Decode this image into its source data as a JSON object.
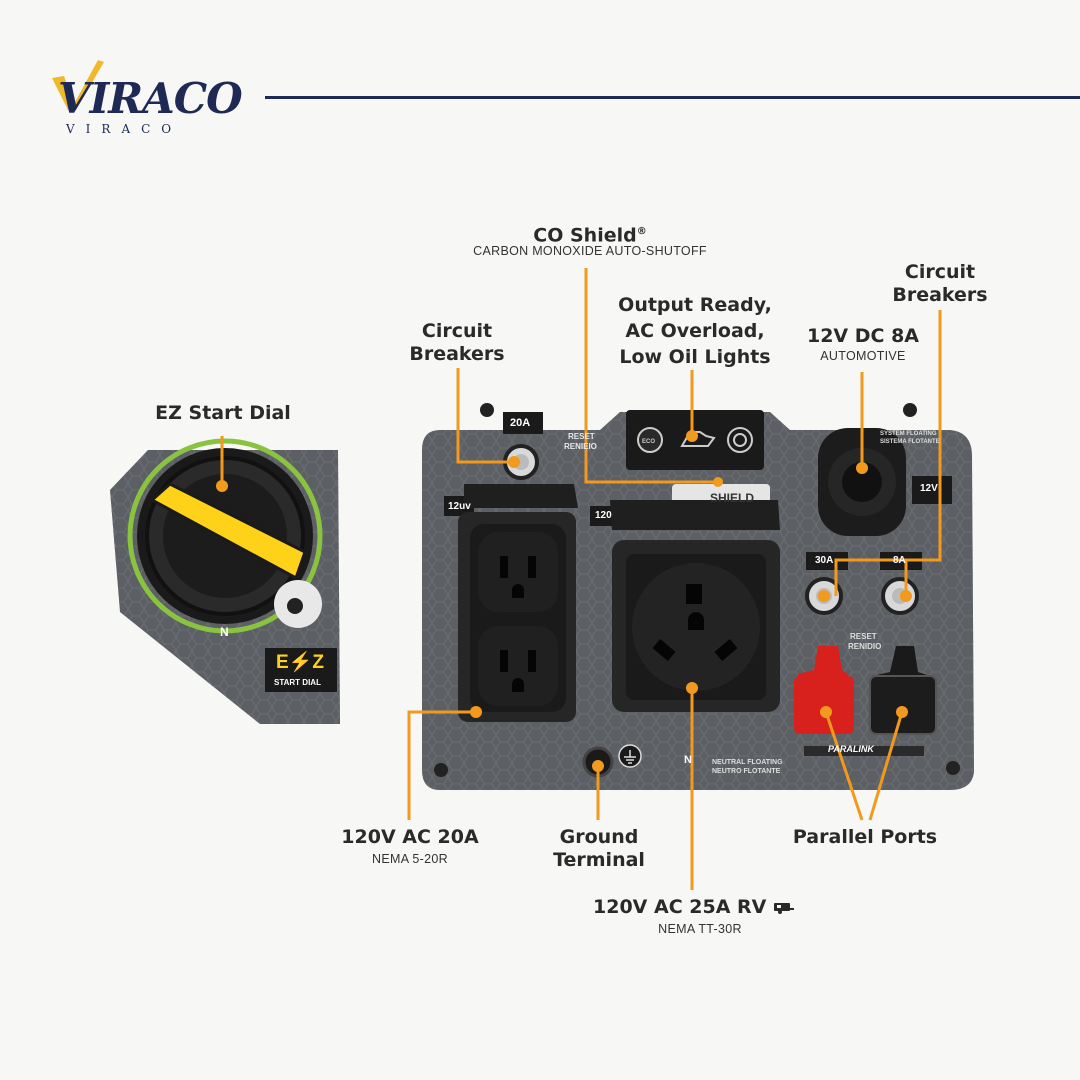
{
  "brand": {
    "logo_text": "VIRACO",
    "logo_subtext": "VIRACO",
    "accent_color": "#1e2a55",
    "gold_color": "#f0b92a"
  },
  "callouts": {
    "co_shield": {
      "title": "CO Shield",
      "reg_mark": "®",
      "subtitle": "CARBON MONOXIDE AUTO-SHUTOFF"
    },
    "indicator_lights": {
      "line1": "Output Ready,",
      "line2": "AC Overload,",
      "line3": "Low Oil Lights"
    },
    "breakers_left": {
      "line1": "Circuit",
      "line2": "Breakers"
    },
    "breakers_right": {
      "line1": "Circuit",
      "line2": "Breakers"
    },
    "dc_outlet": {
      "title": "12V DC 8A",
      "subtitle": "AUTOMOTIVE"
    },
    "ez_start": {
      "title": "EZ Start Dial"
    },
    "ac_20a": {
      "title": "120V AC 20A",
      "subtitle": "NEMA 5-20R"
    },
    "ground": {
      "line1": "Ground",
      "line2": "Terminal"
    },
    "rv_outlet": {
      "title": "120V AC 25A RV",
      "subtitle": "NEMA TT-30R"
    },
    "parallel": {
      "title": "Parallel Ports"
    }
  },
  "panel": {
    "breaker_20a": "20A",
    "reset_top": "RESET",
    "reset_top2": "RENIEIO",
    "outlet_12v_left": "12uv",
    "outlet_120_tag": "120",
    "shield_text": "SHIELD",
    "dc_label": "12V",
    "floating_1": "SYSTEM FLOATING",
    "floating_2": "SISTEMA FLOTANTE",
    "breaker_30a": "30A",
    "breaker_8a": "8A",
    "reset_bottom": "RESET",
    "reset_bottom2": "RENIDIO",
    "paralink": "PARALINK",
    "neutral_1": "NEUTRAL FLOATING",
    "neutral_2": "NEUTRO FLOTANTE",
    "neutral_mark": "N",
    "ez_logo": "E⚡Z",
    "ez_sub": "START DIAL",
    "dial_n": "N",
    "eco": "ECO"
  },
  "colors": {
    "callout_orange": "#f29a1d",
    "panel_gray": "#5c5f63",
    "dial_yellow": "#ffd21a",
    "dial_green": "#8ac33f",
    "port_red": "#d8211c"
  }
}
